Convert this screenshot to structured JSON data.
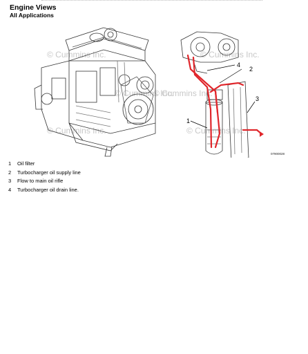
{
  "header": {
    "title": "Engine Views",
    "subtitle": "All Applications"
  },
  "figure": {
    "watermark": "© Cummins Inc.",
    "code": "07900028",
    "callouts": [
      "1",
      "2",
      "3",
      "4"
    ],
    "oil_line_color": "#e0262b"
  },
  "legend": [
    {
      "num": "1",
      "label": "Oil filter"
    },
    {
      "num": "2",
      "label": "Turbocharger oil supply line"
    },
    {
      "num": "3",
      "label": "Flow to main oil rifle"
    },
    {
      "num": "4",
      "label": "Turbocharger oil drain line."
    }
  ]
}
